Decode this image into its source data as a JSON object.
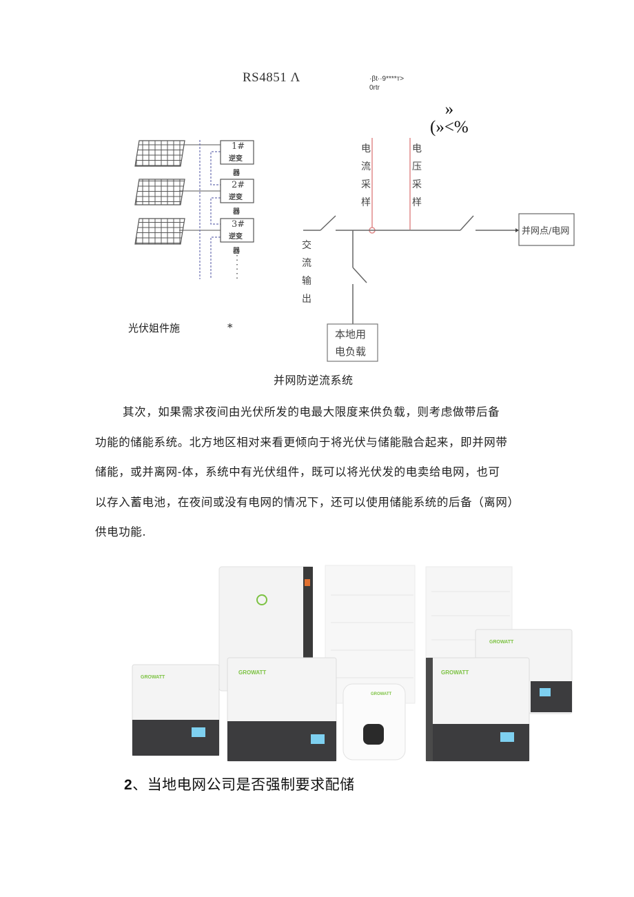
{
  "diagram": {
    "top_labels": {
      "rs485": "RS4851 Λ",
      "garbled_small_line1": "·βt··9****т>",
      "garbled_small_line2": "0rtr",
      "garbled_large_line1": "»",
      "garbled_large_line2": "(»<%"
    },
    "inverters": [
      {
        "number": "1#",
        "label1": "逆变",
        "label2": "器"
      },
      {
        "number": "2#",
        "label1": "逆变",
        "label2": "器"
      },
      {
        "number": "3#",
        "label1": "逆变",
        "label2": "器"
      }
    ],
    "current_sampling": "电流采样",
    "voltage_sampling": "电压采样",
    "ac_output": "交流输出",
    "grid_point_box": "并网点/电网",
    "local_load_line1": "本地用",
    "local_load_line2": "电负载",
    "pv_label": "光伏姐件施",
    "asterisk": "*",
    "caption": "并网防逆流系统",
    "colors": {
      "sampling_line": "#e08a8a",
      "bus_line": "#6a6fb0",
      "wire": "#555555"
    }
  },
  "body": {
    "paragraph": [
      "其次，如果需求夜间由光伏所发的电最大限度来供负载，则考虑做带后备",
      "功能的储能系统。北方地区相对来看更倾向于将光伏与储能融合起来，即并网带",
      "储能，或并离网-体，系统中有光伏组件，既可以将光伏发的电卖给电网，也可",
      "以存入蓄电池，在夜间或没有电网的情况下，还可以使用储能系统的后备（离网）",
      "供电功能."
    ]
  },
  "product_image": {
    "brand": "GROWATT",
    "brand_color": "#7cc242",
    "alt": "Growatt inverters and battery storage products"
  },
  "section": {
    "number": "2",
    "separator": "、",
    "title": "当地电网公司是否强制要求配储"
  }
}
